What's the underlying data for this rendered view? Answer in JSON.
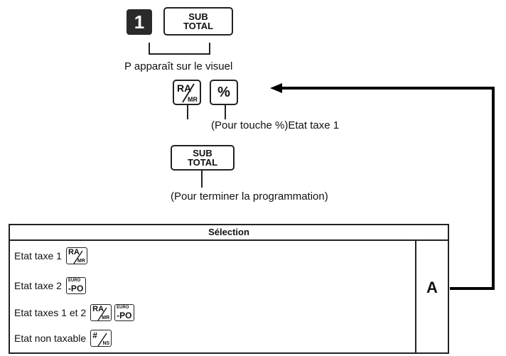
{
  "keys": {
    "one": "1",
    "subtotal_line1": "SUB",
    "subtotal_line2": "TOTAL",
    "ra_top": "RA",
    "ra_bottom": "MR",
    "percent": "%",
    "euro_small": "EURO",
    "po": "-PO",
    "hash_top": "#",
    "hash_bottom": "NS"
  },
  "labels": {
    "p_appears": "P apparaît sur le visuel",
    "percent_note": "(Pour touche %)Etat taxe 1",
    "terminate": "(Pour terminer la programmation)"
  },
  "selection": {
    "header": "Sélection",
    "rows": [
      "Etat taxe 1",
      "Etat taxe 2",
      "Etat taxes 1 et 2",
      "Etat non taxable"
    ],
    "marker": "A"
  }
}
